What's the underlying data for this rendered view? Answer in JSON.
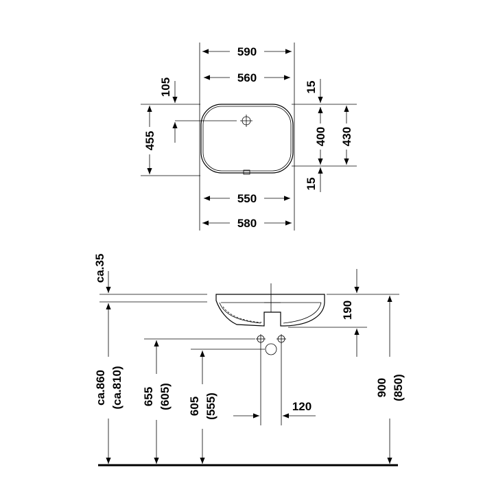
{
  "top_view": {
    "width_outer": "590",
    "width_inner_top": "560",
    "width_inner_bottom": "550",
    "width_bottom": "580",
    "depth_total": "455",
    "tap_offset": "105",
    "rim_top": "15",
    "bowl_depth": "400",
    "depth_rim": "430",
    "rim_bottom": "15"
  },
  "side_view": {
    "protrusion": "ca.35",
    "bowl_height": "190",
    "rim_height": "ca.860",
    "rim_height_alt": "(ca.810)",
    "supply_height": "655",
    "supply_height_alt": "(605)",
    "drain_height": "605",
    "drain_height_alt": "(555)",
    "drain_offset": "120",
    "counter_height": "900",
    "counter_height_alt": "(850)"
  }
}
